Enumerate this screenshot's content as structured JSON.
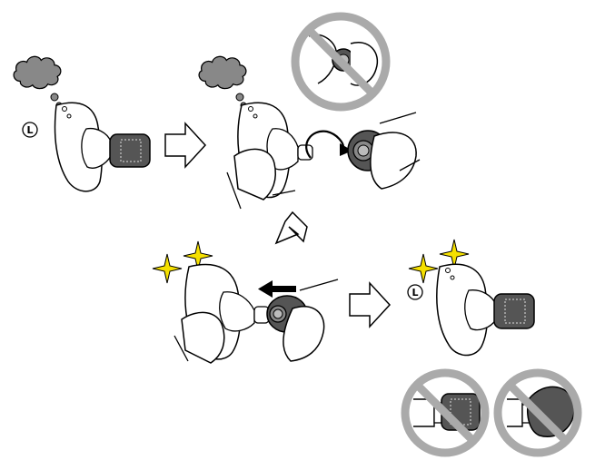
{
  "diagram": {
    "side_marker": "L",
    "colors": {
      "outline": "#000000",
      "fill": "#ffffff",
      "cloud": "#888888",
      "tip": "#555555",
      "prohibit": "#aaaaaa",
      "sparkle": "#f5e000"
    },
    "panels": [
      {
        "step": 1,
        "content": "earbud-with-dirty-tip"
      },
      {
        "step": 2,
        "content": "remove-tip"
      },
      {
        "step": 3,
        "content": "attach-tip"
      },
      {
        "step": 4,
        "content": "clean-earbud-with-tip"
      }
    ],
    "prohibited": [
      "pulling-tip-by-edge",
      "tip-not-fully-attached",
      "tip-misaligned"
    ]
  }
}
